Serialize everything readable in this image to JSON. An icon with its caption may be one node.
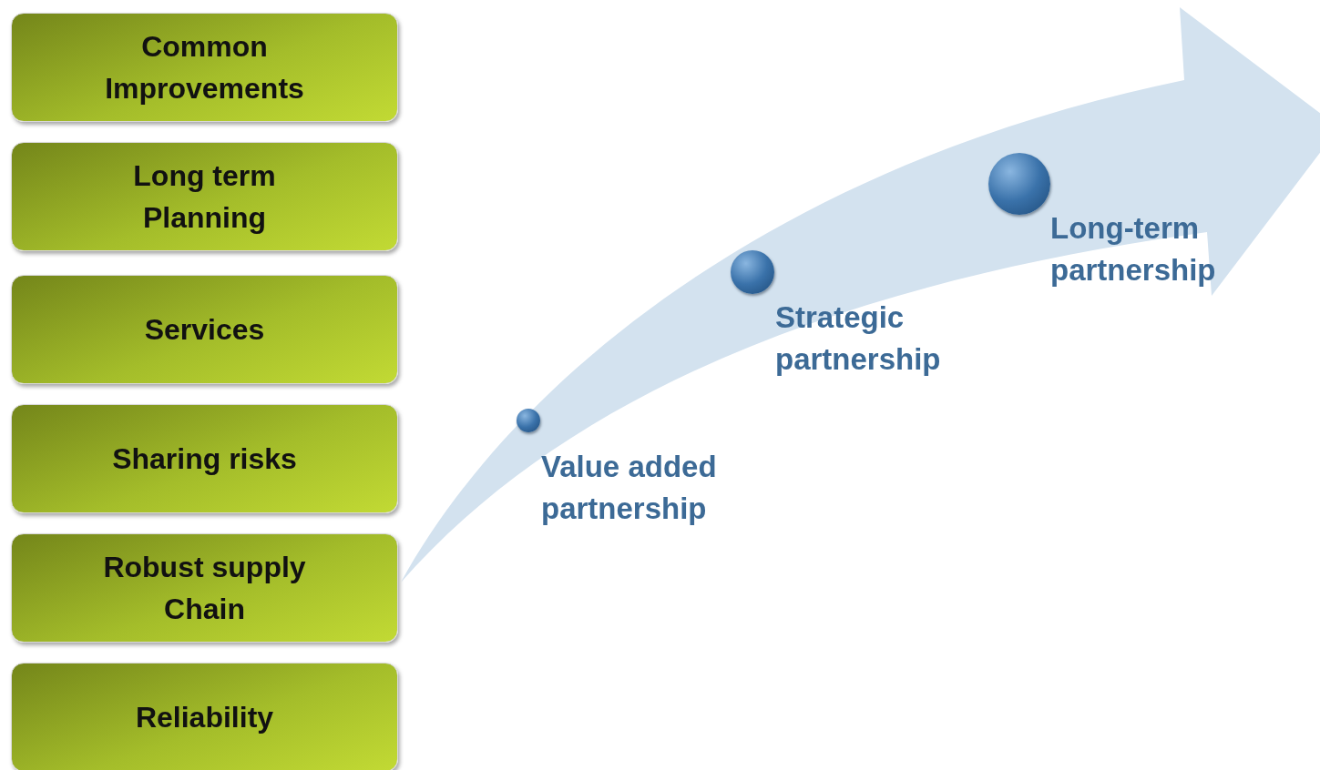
{
  "diagram": {
    "nodes": [
      {
        "text": [
          "Common Improvements"
        ]
      },
      {
        "text": [
          "Long term Planning"
        ]
      },
      {
        "text": [
          "Services"
        ]
      },
      {
        "text": [
          "Sharing risks"
        ]
      },
      {
        "text": [
          "Robust supply Chain"
        ]
      },
      {
        "text": [
          "Reliability"
        ]
      },
      {
        "text": [],
        "shape": "circle",
        "beside": [
          "Value added partnership"
        ]
      },
      {
        "text": [],
        "shape": "circle",
        "beside": [
          "Strategic partnership"
        ]
      },
      {
        "text": [],
        "shape": "circle",
        "beside": [
          "Long-term partnership"
        ]
      }
    ],
    "edges": []
  }
}
